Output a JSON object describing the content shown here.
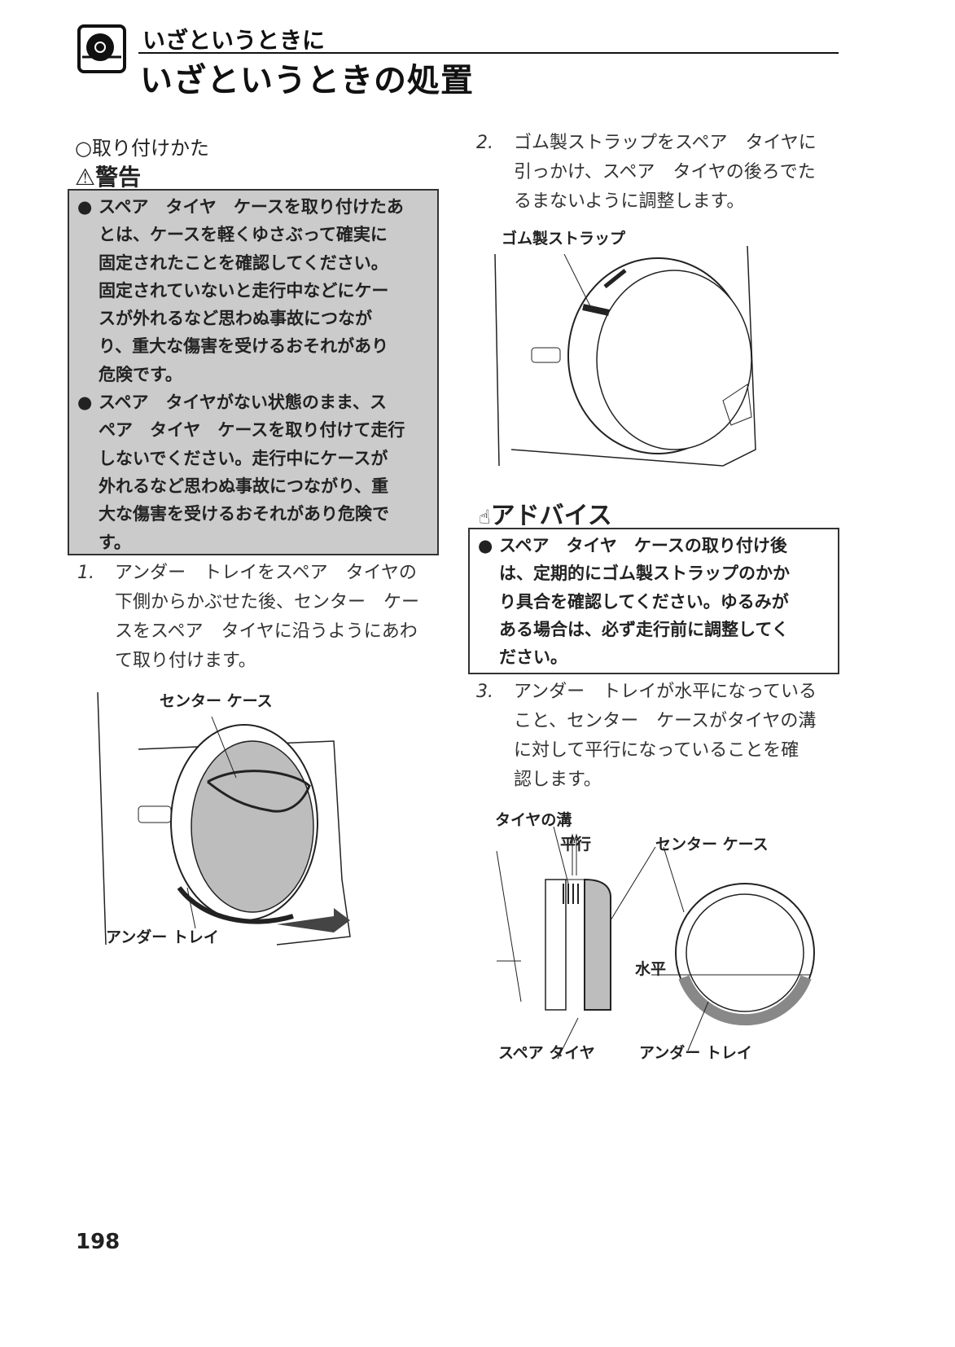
{
  "header": {
    "icon": "flat-tire-icon",
    "subtitle": "いざというときに",
    "title": "いざというときの処置"
  },
  "section_title": "○取り付けかた",
  "warning": {
    "heading": "警告",
    "icon": "warning-triangle-icon",
    "bullets": [
      [
        "スペア　タイヤ　ケースを取り付けたあ",
        "とは、ケースを軽くゆさぶって確実に",
        "固定されたことを確認してください。",
        "固定されていないと走行中などにケー",
        "スが外れるなど思わぬ事故につなが",
        "り、重大な傷害を受けるおそれがあり",
        "危険です。"
      ],
      [
        "スペア　タイヤがない状態のまま、ス",
        "ペア　タイヤ　ケースを取り付けて走行",
        "しないでください。走行中にケースが",
        "外れるなど思わぬ事故につながり、重",
        "大な傷害を受けるおそれがあり危険で",
        "す。"
      ]
    ]
  },
  "steps": [
    {
      "num": "1.",
      "lines": [
        "アンダー　トレイをスペア　タイヤの",
        "下側からかぶせた後、センター　ケー",
        "スをスペア　タイヤに沿うようにあわ",
        "て取り付けます。"
      ]
    },
    {
      "num": "2.",
      "lines": [
        "ゴム製ストラップをスペア　タイヤに",
        "引っかけ、スペア　タイヤの後ろでた",
        "るまないように調整します。"
      ]
    },
    {
      "num": "3.",
      "lines": [
        "アンダー　トレイが水平になっている",
        "こと、センター　ケースがタイヤの溝",
        "に対して平行になっていることを確",
        "認します。"
      ]
    }
  ],
  "figure1": {
    "label_center_case": "センター ケース",
    "label_under_tray": "アンダー トレイ"
  },
  "figure2": {
    "label_strap": "ゴム製ストラップ"
  },
  "advice": {
    "heading": "アドバイス",
    "icon": "pointing-hand-icon",
    "lines": [
      "スペア　タイヤ　ケースの取り付け後",
      "は、定期的にゴム製ストラップのかか",
      "り具合を確認してください。ゆるみが",
      "ある場合は、必ず走行前に調整してく",
      "ださい。"
    ]
  },
  "figure3": {
    "label_groove": "タイヤの溝",
    "label_parallel": "平行",
    "label_center_case": "センター ケース",
    "label_horizontal": "水平",
    "label_spare_tire": "スペア タイヤ",
    "label_under_tray": "アンダー トレイ"
  },
  "page_number": "198"
}
